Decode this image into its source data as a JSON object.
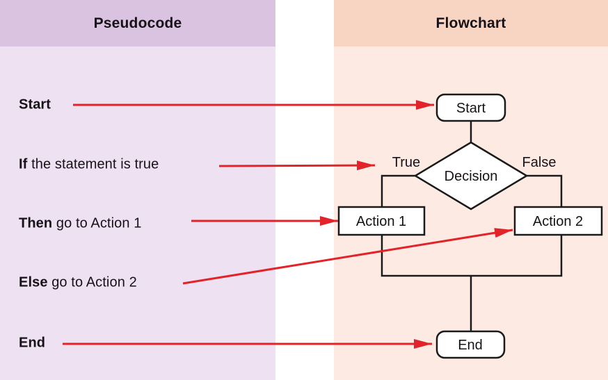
{
  "header": {
    "pseudocode": "Pseudocode",
    "flowchart": "Flowchart"
  },
  "pseudocode": {
    "items": [
      {
        "bold": "Start",
        "rest": ""
      },
      {
        "bold": "If",
        "rest": " the statement is true"
      },
      {
        "bold": "Then",
        "rest": " go to Action 1"
      },
      {
        "bold": "Else",
        "rest": " go to Action 2"
      },
      {
        "bold": "End",
        "rest": ""
      }
    ]
  },
  "flowchart": {
    "start": "Start",
    "decision": "Decision",
    "true_label": "True",
    "false_label": "False",
    "action1": "Action 1",
    "action2": "Action 2",
    "end": "End"
  },
  "colors": {
    "left_header_bg": "#d9c3e1",
    "left_body_bg": "#eee1f2",
    "right_header_bg": "#f8d5c3",
    "right_body_bg": "#fdeae2",
    "arrow_red": "#e2232a",
    "line_black": "#1a1a1a",
    "node_fill": "#ffffff",
    "text": "#171118"
  }
}
